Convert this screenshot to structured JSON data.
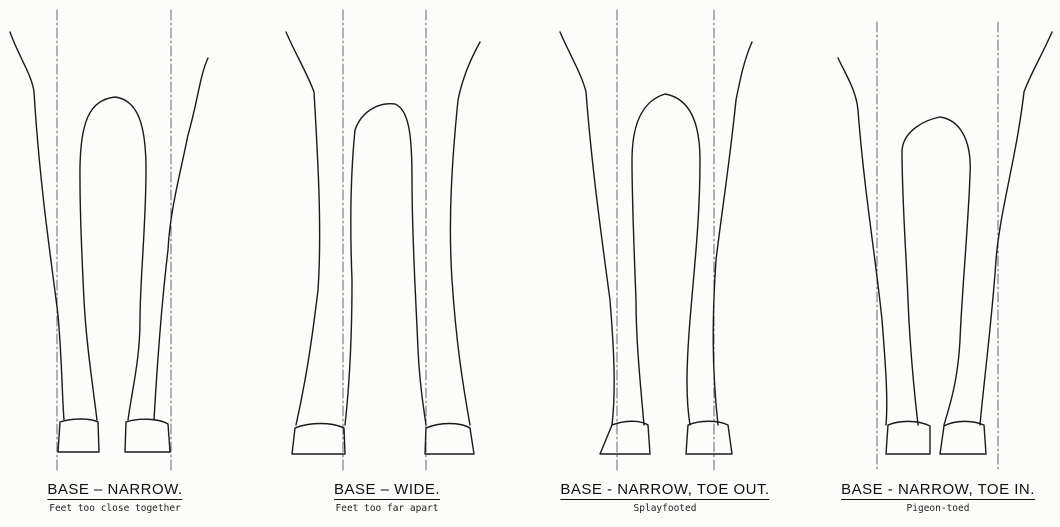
{
  "panels": [
    {
      "title": "BASE – NARROW.",
      "caption": "Feet too close together"
    },
    {
      "title": "BASE  –  WIDE.",
      "caption": "Feet too far apart"
    },
    {
      "title": "BASE - NARROW, TOE OUT.",
      "caption": "Splayfooted"
    },
    {
      "title": "BASE - NARROW, TOE IN.",
      "caption": "Pigeon-toed"
    }
  ]
}
